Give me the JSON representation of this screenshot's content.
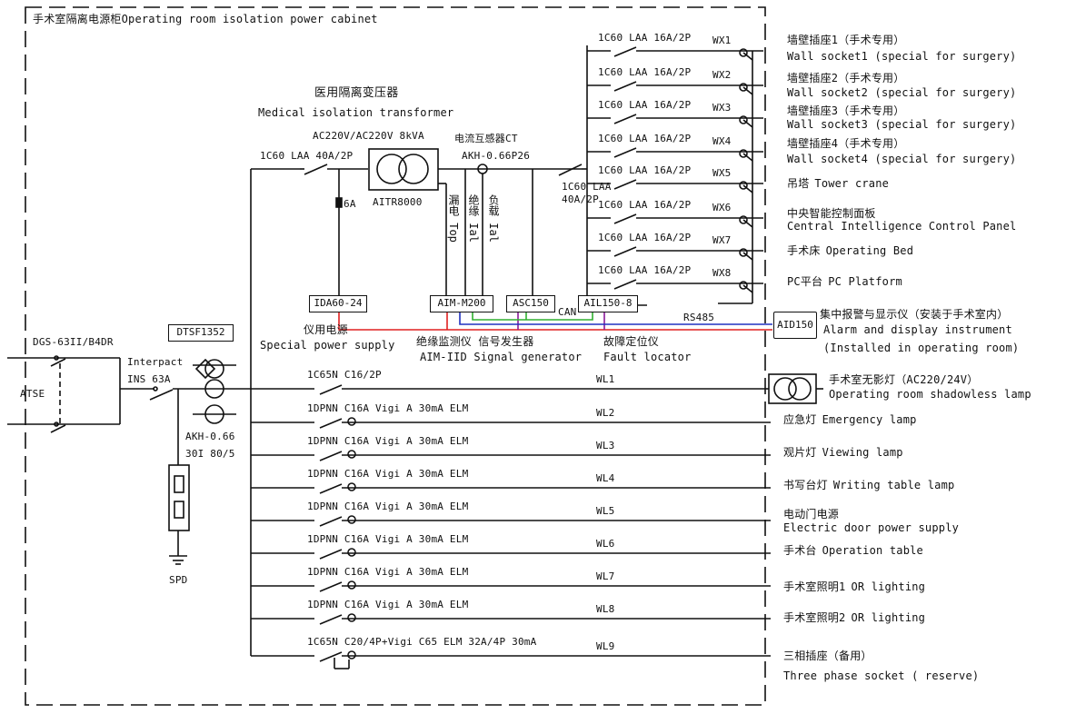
{
  "cabinet": {
    "title": "手术室隔离电源柜Operating room isolation power cabinet"
  },
  "transformer": {
    "title_cn": "医用隔离变压器",
    "title_en": "Medical isolation transformer",
    "rating": "AC220V/AC220V 8kVA",
    "model": "AITR8000",
    "input_breaker": "1C60 LAA 40A/2P",
    "fuse": "6A"
  },
  "current_transformer": {
    "label_cn": "电流互感器CT",
    "model": "AKH-0.66P26"
  },
  "vertical_labels": {
    "a": "漏电 Top",
    "b": "绝缘 Ial",
    "c": "负载 Ial"
  },
  "modules": {
    "special_power": {
      "box": "IDA60-24",
      "label_cn": "仪用电源",
      "label_en": "Special power supply"
    },
    "insulation_monitor": {
      "box": "AIM-M200",
      "label_cn": "绝缘监测仪 信号发生器",
      "label_en": "AIM-IID  Signal generator"
    },
    "asc": {
      "box": "ASC150"
    },
    "fault_locator": {
      "box": "AIL150-8",
      "label_cn": "故障定位仪",
      "label_en": "Fault locator"
    },
    "can_label": "CAN",
    "rs485_label": "RS485",
    "alarm": {
      "box": "AID150",
      "label_cn": "集中报警与显示仪（安装于手术室内）",
      "label_en": "Alarm and display instrument",
      "label_en2": "(Installed in operating room)"
    }
  },
  "secondary_breaker": "1C60 LAA\n40A/2P",
  "isolated_circuits": [
    {
      "breaker": "1C60 LAA 16A/2P",
      "id": "WX1",
      "load_cn": "墙壁插座1（手术专用）",
      "load_en": "Wall socket1 (special for surgery)"
    },
    {
      "breaker": "1C60 LAA 16A/2P",
      "id": "WX2",
      "load_cn": "墙壁插座2（手术专用）",
      "load_en": "Wall socket2 (special for surgery)"
    },
    {
      "breaker": "1C60 LAA 16A/2P",
      "id": "WX3",
      "load_cn": "墙壁插座3（手术专用）",
      "load_en": "Wall socket3 (special for surgery)"
    },
    {
      "breaker": "1C60 LAA 16A/2P",
      "id": "WX4",
      "load_cn": "墙壁插座4（手术专用）",
      "load_en": "Wall socket4 (special for surgery)"
    },
    {
      "breaker": "1C60 LAA 16A/2P",
      "id": "WX5",
      "load_cn": "吊塔",
      "load_en": "Tower crane"
    },
    {
      "breaker": "1C60 LAA 16A/2P",
      "id": "WX6",
      "load_cn": "中央智能控制面板",
      "load_en": "Central Intelligence Control Panel"
    },
    {
      "breaker": "1C60 LAA 16A/2P",
      "id": "WX7",
      "load_cn": "手术床",
      "load_en": "Operating Bed"
    },
    {
      "breaker": "1C60 LAA 16A/2P",
      "id": "WX8",
      "load_cn": "PC平台",
      "load_en": "PC Platform"
    }
  ],
  "incoming": {
    "ats_model": "DGS-63II/B4DR",
    "ats_label": "ATSE",
    "switch_label": "Interpact",
    "switch_rating": "INS 63A",
    "meter_box": "DTSF1352",
    "ct_model": "AKH-0.66",
    "ct_ratio": "30I 80/5",
    "spd_label": "SPD"
  },
  "ordinary_circuits": [
    {
      "breaker": "1C65N C16/2P",
      "id": "WL1",
      "load_cn": "手术室无影灯（AC220/24V）",
      "load_en": "Operating room shadowless lamp"
    },
    {
      "breaker": "1DPNN C16A Vigi A 30mA ELM",
      "id": "WL2",
      "load_cn": "应急灯",
      "load_en": "Emergency lamp"
    },
    {
      "breaker": "1DPNN C16A Vigi A 30mA ELM",
      "id": "WL3",
      "load_cn": "观片灯",
      "load_en": "Viewing lamp"
    },
    {
      "breaker": "1DPNN C16A Vigi A 30mA ELM",
      "id": "WL4",
      "load_cn": "书写台灯",
      "load_en": "Writing table lamp"
    },
    {
      "breaker": "1DPNN C16A Vigi A 30mA ELM",
      "id": "WL5",
      "load_cn": "电动门电源",
      "load_en": "Electric door power supply"
    },
    {
      "breaker": "1DPNN C16A Vigi A 30mA ELM",
      "id": "WL6",
      "load_cn": "手术台",
      "load_en": "Operation table"
    },
    {
      "breaker": "1DPNN C16A Vigi A 30mA ELM",
      "id": "WL7",
      "load_cn": "手术室照明1",
      "load_en": "OR lighting"
    },
    {
      "breaker": "1DPNN C16A Vigi A 30mA ELM",
      "id": "WL8",
      "load_cn": "手术室照明2",
      "load_en": "OR lighting"
    },
    {
      "breaker": "1C65N C20/4P+Vigi C65 ELM 32A/4P 30mA",
      "id": "WL9",
      "load_cn": "三相插座（备用）",
      "load_en": "Three phase socket  ( reserve)"
    }
  ],
  "colors": {
    "line": "#111111",
    "power_bus_red": "#e02020",
    "rs485_blue": "#2030c0",
    "can_green": "#30b030"
  }
}
